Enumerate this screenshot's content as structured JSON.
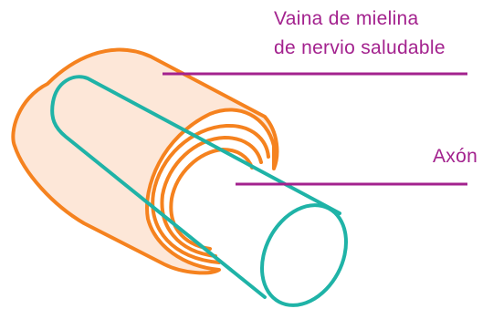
{
  "labels": {
    "myelin_sheath_line1": "Vaina de mielina",
    "myelin_sheath_line2": "de nervio saludable",
    "axon": "Axón"
  },
  "colors": {
    "label_text": "#a3228e",
    "leader_line": "#a3228e",
    "myelin_stroke": "#f5821f",
    "myelin_fill": "#fde7d8",
    "axon_stroke": "#1fb3a7",
    "background": "#ffffff"
  }
}
